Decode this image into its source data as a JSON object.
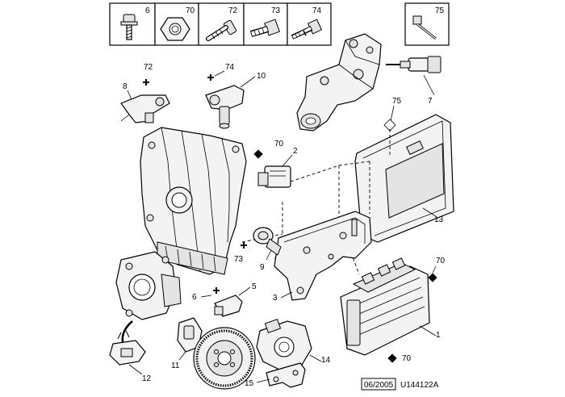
{
  "header_parts": [
    {
      "ref": "6"
    },
    {
      "ref": "70"
    },
    {
      "ref": "72"
    },
    {
      "ref": "73"
    },
    {
      "ref": "74"
    },
    {
      "ref": "75"
    }
  ],
  "callouts": {
    "c1": "1",
    "c2": "2",
    "c3": "3",
    "c5": "5",
    "c6": "6",
    "c7": "7",
    "c8": "8",
    "c9": "9",
    "c10": "10",
    "c11": "11",
    "c12": "12",
    "c13": "13",
    "c14": "14",
    "c15": "15",
    "c70a": "70",
    "c70b": "70",
    "c70c": "70",
    "c72": "72",
    "c73": "73",
    "c74": "74",
    "c75": "75"
  },
  "footer": {
    "date": "06/2005",
    "ref": "U144122A"
  }
}
